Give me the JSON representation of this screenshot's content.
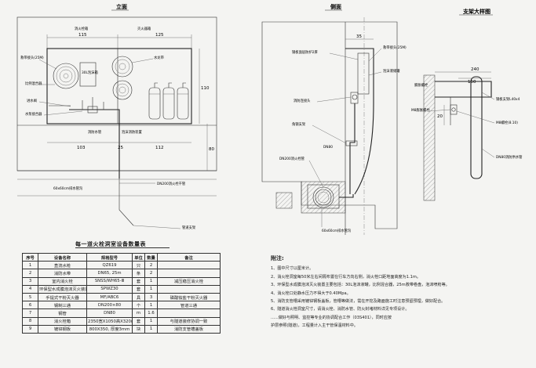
{
  "front_view": {
    "title": "立面",
    "dim_115": "115",
    "dim_125": "125",
    "dim_103": "103",
    "dim_25": "25",
    "dim_112": "112",
    "dim_110": "110",
    "dim_80": "80",
    "label_hydrant_box": "消火栓箱",
    "label_extinguisher_box": "灭火器箱",
    "label_hose": "救带接头(25M)",
    "label_reel": "30L泡沫箱",
    "label_valve": "比例混合器",
    "label_pipe": "进水阀",
    "label_inlet": "水泵接合器",
    "label_drain": "消防水管",
    "label_pump": "泡沫消防装置",
    "label_fire_hose": "水龙带",
    "label_trench": "60x60cm排水管沟",
    "label_dn200": "DN200消火栓干管",
    "label_bottom": "管道支架"
  },
  "side_view": {
    "title": "侧面",
    "dim_35": "35",
    "label_1": "钢板面层防护2厚",
    "label_2": "消防连接头",
    "label_3": "角钢支架",
    "label_4": "DN200消火栓管",
    "label_5": "DN80",
    "label_6": "救带接头(25M)",
    "label_7": "泡沫液储罐",
    "label_8": "60x60cm排水管沟"
  },
  "detail_view": {
    "title": "支架大样图",
    "dim_240": "240",
    "dim_150": "150",
    "dim_20": "20",
    "label_1": "膨胀螺栓",
    "label_2": "M8膨胀螺栓",
    "label_3": "钢板支架L40x4",
    "label_4": "M8螺栓(8.10)",
    "label_5": "DN80消防供水管"
  },
  "material_table": {
    "title": "每一道火栓洞室设备数量表",
    "headers": [
      "序号",
      "设备名称",
      "规格型号",
      "单位",
      "数量",
      "备注"
    ],
    "rows": [
      [
        "1",
        "直流水枪",
        "QZ619",
        "只",
        "2",
        ""
      ],
      [
        "2",
        "消防水带",
        "DN65, 25m",
        "条",
        "2",
        ""
      ],
      [
        "3",
        "室内消火栓",
        "SNSS/WH65-Ⅲ",
        "套",
        "1",
        "减压稳压消火栓"
      ],
      [
        "4",
        "环保型水成膜泡沫灭火装置",
        "SPWZ30",
        "套",
        "1",
        ""
      ],
      [
        "5",
        "手提式干粉灭火器",
        "MF/ABC6",
        "具",
        "3",
        "磷酸铵盐干粉灭火器"
      ],
      [
        "6",
        "钢制三通",
        "DN200×80",
        "个",
        "1",
        "管道三通"
      ],
      [
        "7",
        "钢管",
        "DN80",
        "m",
        "1.6",
        ""
      ],
      [
        "8",
        "消火栓箱",
        "2350宽X1050高X320(深)",
        "套",
        "1",
        "与隧道装修协调一致"
      ],
      [
        "9",
        "镀锌钢板",
        "800X350, 厚度3mm",
        "块",
        "1",
        "消防支管槽盖板"
      ]
    ]
  },
  "notes": {
    "title": "附注:",
    "items": [
      "1、图中尺寸以厘米计。",
      "2、消火栓洞室每50米左右间隔布置在行车方向右侧，消火栓口距地面高度为1.1m。",
      "3、环保型水成膜泡沫灭火装置主要包括：30L泡沫液罐，比例混合器，25m救带卷盘，泡沫喷枪等。",
      "4、消火栓口处静水压力不得大于0.40Mpa。",
      "5、消防支管槽采用镀锌钢板盖板，管槽等做法，需在开挖及路面施工时注意预留预埋，做好配合。",
      "6、隧道消火栓洞室尺寸，请消火栓、消防水管、防火封堵材料详见专项设计。",
      "   ......做好与照明、监控等专业的协调配合工作（03S401），同时应按",
      "   护层参照(隧道)，工程量计入主干管保温材料中。"
    ]
  },
  "colors": {
    "line": "#333333",
    "paper": "#f4f4f2"
  }
}
